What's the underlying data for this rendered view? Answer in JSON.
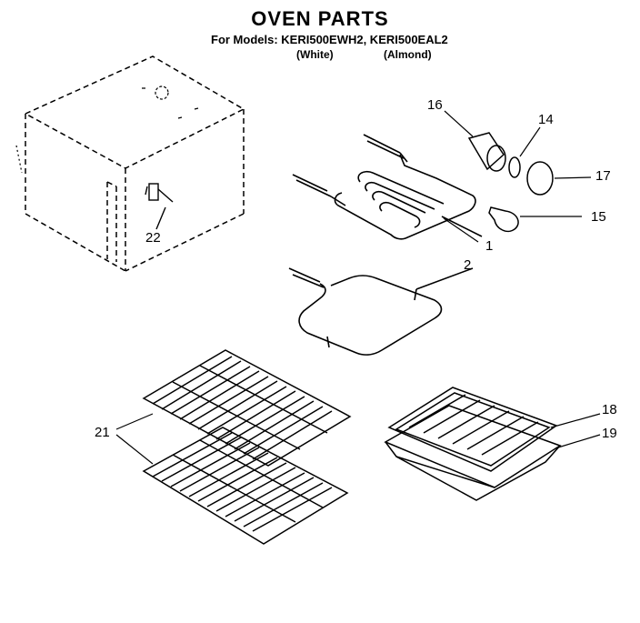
{
  "header": {
    "title": "OVEN PARTS",
    "models_line": "For Models: KERI500EWH2, KERI500EAL2",
    "variant_white": "(White)",
    "variant_almond": "(Almond)"
  },
  "callouts": {
    "c16": "16",
    "c14": "14",
    "c17": "17",
    "c15": "15",
    "c1": "1",
    "c2": "2",
    "c22": "22",
    "c18": "18",
    "c19": "19",
    "c21": "21"
  }
}
